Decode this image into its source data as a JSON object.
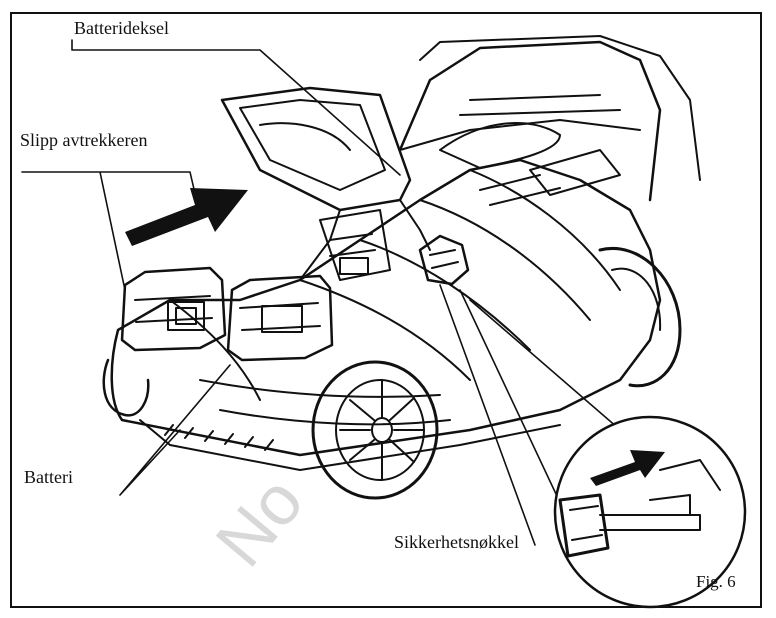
{
  "labels": {
    "battery_cover": "Batterideksel",
    "release_trigger": "Slipp avtrekkeren",
    "battery": "Batteri",
    "safety_key": "Sikkerhetsnøkkel",
    "figure": "Fig. 6"
  },
  "watermark": "No",
  "colors": {
    "line": "#111111",
    "background": "#ffffff"
  }
}
